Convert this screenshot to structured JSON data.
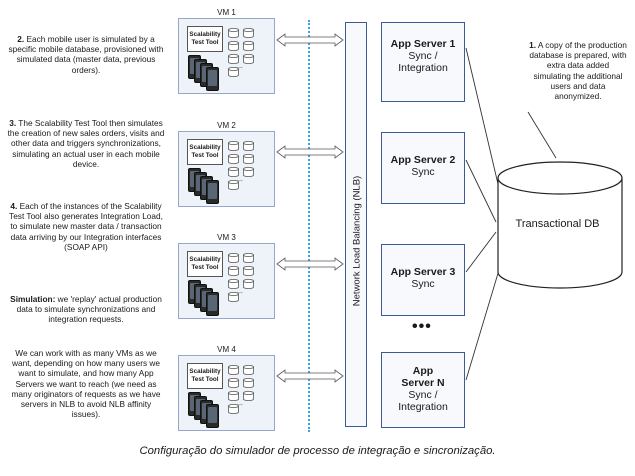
{
  "notes": {
    "n2_num": "2.",
    "n2_text": " Each mobile user is simulated by a specific mobile database, provisioned with simulated data (master data, previous orders).",
    "n3_num": "3.",
    "n3_text": " The Scalability Test Tool then simulates the creation of new sales orders, visits and other data and triggers synchronizations, simulating an actual user in each mobile device.",
    "n4_num": "4.",
    "n4_text": " Each of the instances of the Scalability Test Tool also generates Integration Load, to simulate new master data / transaction data arriving by our Integration interfaces (SOAP API)",
    "sim_label": "Simulation:",
    "sim_text": " we 'replay' actual production data to simulate synchronizations and integration requests.",
    "vm_text": "We can work with as many VMs as we want, depending on how many users we want to simulate, and how many App Servers we want to reach (we need as many originators of requests as we have servers in NLB to avoid NLB affinity issues).",
    "n1_num": "1.",
    "n1_text": " A copy of the production database is prepared, with extra data added simulating the additional users and data anonymized."
  },
  "vms": [
    {
      "title": "VM 1",
      "tool": "Scalability Test Tool",
      "ellipsis": "..."
    },
    {
      "title": "VM 2",
      "tool": "Scalability Test Tool",
      "ellipsis": "..."
    },
    {
      "title": "VM 3",
      "tool": "Scalability Test Tool",
      "ellipsis": "..."
    },
    {
      "title": "VM 4",
      "tool": "Scalability Test Tool",
      "ellipsis": "..."
    }
  ],
  "nlb_label": "Network Load Balancing (NLB)",
  "servers": [
    {
      "name": "App Server 1",
      "role": "Sync / Integration"
    },
    {
      "name": "App Server 2",
      "role": "Sync"
    },
    {
      "name": "App Server 3",
      "role": "Sync"
    },
    {
      "name": "App Server N",
      "role": "Sync / Integration"
    }
  ],
  "servers_gap": "•••",
  "database": "Transactional DB",
  "caption": "Configuração do simulador de processo de integração e sincronização.",
  "colors": {
    "accent_dotted": "#3aa4e0",
    "box_border": "#3b5a96",
    "vm_fill": "#eef2f9"
  }
}
